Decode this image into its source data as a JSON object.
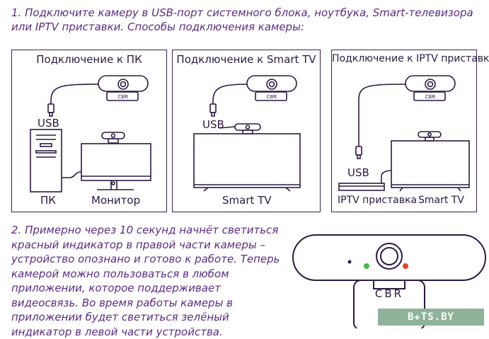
{
  "step1_text": "1. Подключите камеру в USB-порт системного блока, ноутбука, Smart-телевизора или IPTV приставки. Способы подключения камеры:",
  "panels": {
    "pc": {
      "title": "Подключение к ПК",
      "usb_label": "USB",
      "pc_label": "ПК",
      "monitor_label": "Монитор"
    },
    "smarttv": {
      "title": "Подключение к Smart TV",
      "usb_label": "USB",
      "tv_label": "Smart TV"
    },
    "iptv": {
      "title": "Подключение к IPTV приставке",
      "usb_label": "USB",
      "box_label": "IPTV приставка",
      "tv_label": "Smart TV"
    }
  },
  "step2_text": "2. Примерно через 10 секунд начнёт светиться красный индикатор в правой части камеры – устройство опознано и готово к работе. Теперь камерой можно пользоваться в любом приложении, которое поддерживает видеосвязь. Во время работы камеры в приложении будет светиться зелёный индикатор в левой части устройства.",
  "camera_brand": "CBR",
  "watermark": "B✚TS.BY",
  "colors": {
    "text_purple": "#5a2d86",
    "outline_dark": "#2c1a40",
    "indicator_green": "#4cb848",
    "indicator_red": "#e8412c"
  }
}
